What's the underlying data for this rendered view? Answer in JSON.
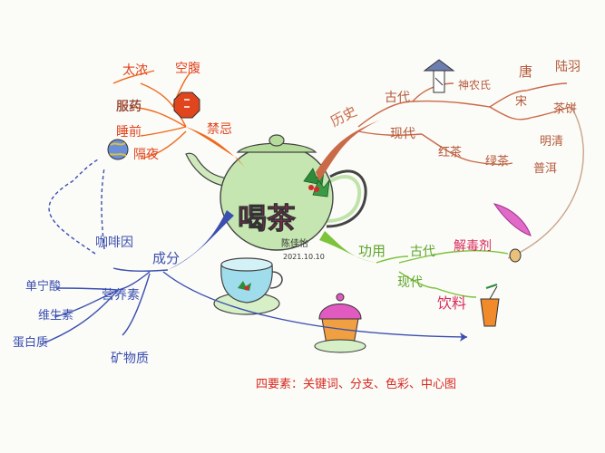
{
  "central": {
    "title": "喝茶",
    "author": "陈佳怡",
    "date": "2021.10.10"
  },
  "branches": {
    "history": {
      "label": "历史",
      "ancient": {
        "label": "古代",
        "items": [
          "神农氏",
          "唐",
          "陆羽",
          "宋",
          "茶饼",
          "明清"
        ]
      },
      "modern": {
        "label": "现代",
        "items": [
          "红茶",
          "绿茶",
          "普洱"
        ]
      }
    },
    "function": {
      "label": "功用",
      "ancient": {
        "label": "古代",
        "items": [
          "解毒剂"
        ]
      },
      "modern": {
        "label": "现代",
        "items": [
          "饮料"
        ]
      }
    },
    "components": {
      "label": "成分",
      "items": [
        "咖啡因",
        "营养素",
        "单宁酸",
        "维生素",
        "蛋白质",
        "矿物质"
      ]
    },
    "taboo": {
      "label": "禁忌",
      "items": [
        "太浓",
        "空腹",
        "服药",
        "睡前",
        "隔夜"
      ]
    }
  },
  "footer_note": "四要素：关键词、分支、色彩、中心图",
  "colors": {
    "history": "#c96a48",
    "function": "#7cc43a",
    "components": "#3b4fb0",
    "taboo": "#f06a1e",
    "teapot": "#bfe3a8",
    "cup": "#8fd6e8",
    "title": "#d81b6a"
  }
}
